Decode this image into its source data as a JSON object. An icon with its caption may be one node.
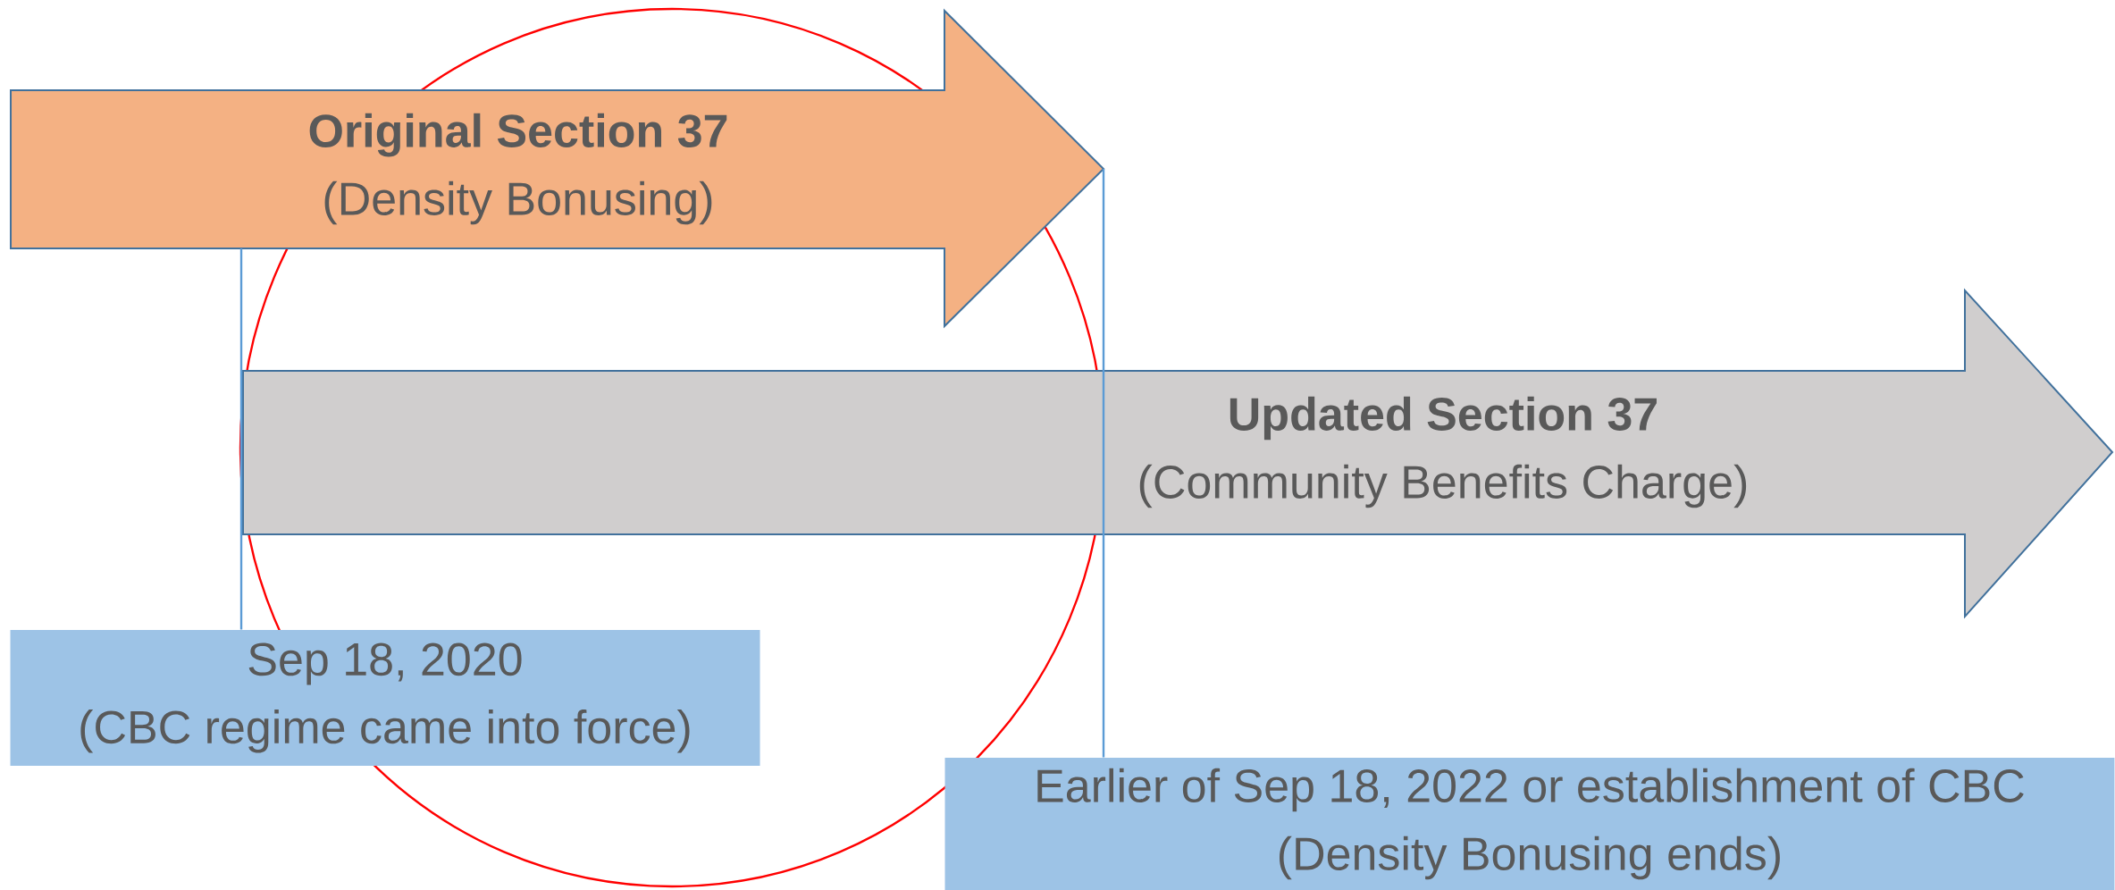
{
  "diagram": {
    "nodes": [
      {
        "text": [
          "Original Section 37",
          "(Density Bonusing)"
        ]
      },
      {
        "text": [
          "Updated Section 37",
          "(Community Benefits Charge)"
        ]
      },
      {
        "text": [
          "Sep 18, 2020",
          "(CBC regime came into force)"
        ]
      },
      {
        "text": [
          "Earlier of Sep 18, 2022  or establishment of CBC",
          "(Density Bonusing ends)"
        ]
      }
    ],
    "edges": [
      {
        "from": 0,
        "to": 2,
        "arrow": "none"
      },
      {
        "from": 0,
        "to": 3,
        "arrow": "none"
      }
    ]
  }
}
